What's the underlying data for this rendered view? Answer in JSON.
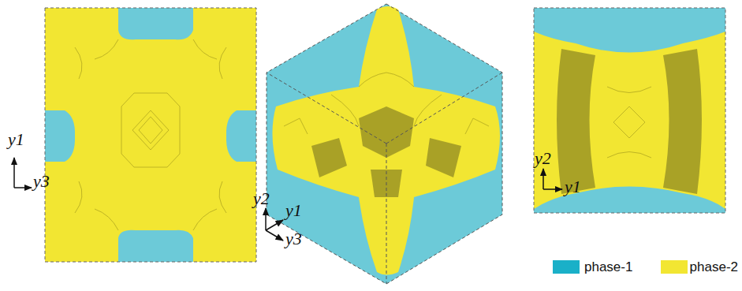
{
  "diagram": {
    "labels": [
      "y1",
      "y3",
      "y2",
      "y1",
      "y3",
      "y2",
      "y1"
    ],
    "legend": [
      {
        "text": "phase-1",
        "color": "#1ab0c8"
      },
      {
        "text": "phase-2",
        "color": "#f2e632"
      }
    ]
  }
}
